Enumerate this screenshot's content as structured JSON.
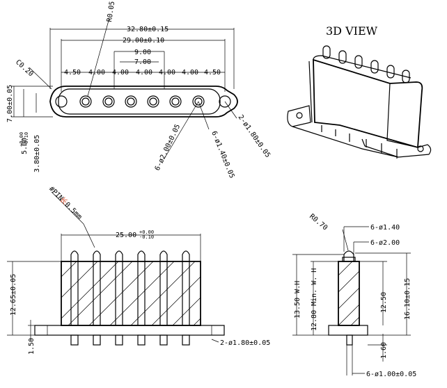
{
  "title_3d": "3D VIEW",
  "top_view": {
    "overall_length": "32.80±0.15",
    "hole_pitch_span": "29.00±0.10",
    "pitch_9": "9.00",
    "pitch_7": "7.00",
    "pitch_a": "4.50",
    "pitch_b": "4.00",
    "pitch_c": "4.00",
    "pitch_d": "4.00",
    "pitch_e": "4.00",
    "pitch_f": "4.00",
    "pitch_g": "4.50",
    "radius_top": "R0.05",
    "chamfer": "C0.20",
    "height_7": "7.00±0.05",
    "height_5": "5.00",
    "height_5_tol_upper": "+0.00",
    "height_5_tol_lower": "-0.10",
    "height_38": "3.80±0.05",
    "pin_dia_200": "6-ø2.00±0.05",
    "pin_dia_140": "6-ø1.40±0.05",
    "mount_hole": "2-ø1.80±0.05"
  },
  "front_view": {
    "pin_note_prefix": "#PIN",
    "pin_note_red": "长",
    "pin_note_suffix": "0.5mm",
    "width_25": "25.00",
    "width_25_tol_upper": "+0.00",
    "width_25_tol_lower": "-0.10",
    "height_1265": "12.65±0.05",
    "base_150": "1.50",
    "mount_hole": "2-ø1.80±0.05"
  },
  "side_view": {
    "radius": "R0.70",
    "dia_140": "6-ø1.40",
    "dia_200": "6-ø2.00",
    "height_1350": "13.50 W.H",
    "height_1280": "12.80 Min. W. H",
    "height_1250": "12.50",
    "height_1610": "16.10±0.15",
    "base_160": "1.60",
    "dia_100": "6-ø1.00±0.05"
  }
}
